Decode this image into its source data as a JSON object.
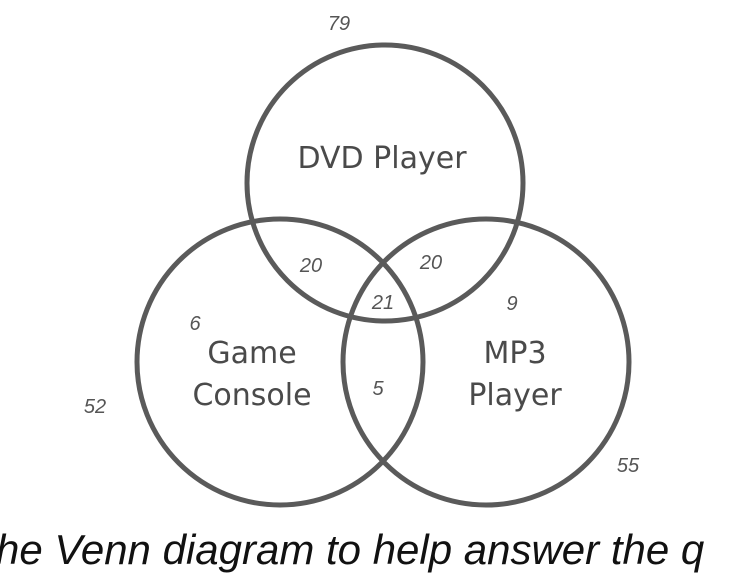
{
  "sets": {
    "dvd": {
      "label": "DVD Player"
    },
    "game": {
      "line1": "Game",
      "line2": "Console"
    },
    "mp3": {
      "line1": "MP3",
      "line2": "Player"
    }
  },
  "regions": {
    "dvd_outside_note": "79",
    "game_outside_note": "52",
    "mp3_outside_note": "55",
    "game_only": "6",
    "mp3_only": "9",
    "dvd_game": "20",
    "dvd_mp3": "20",
    "all_three": "21",
    "game_mp3": "5"
  },
  "caption": "he Venn diagram to help answer the q"
}
